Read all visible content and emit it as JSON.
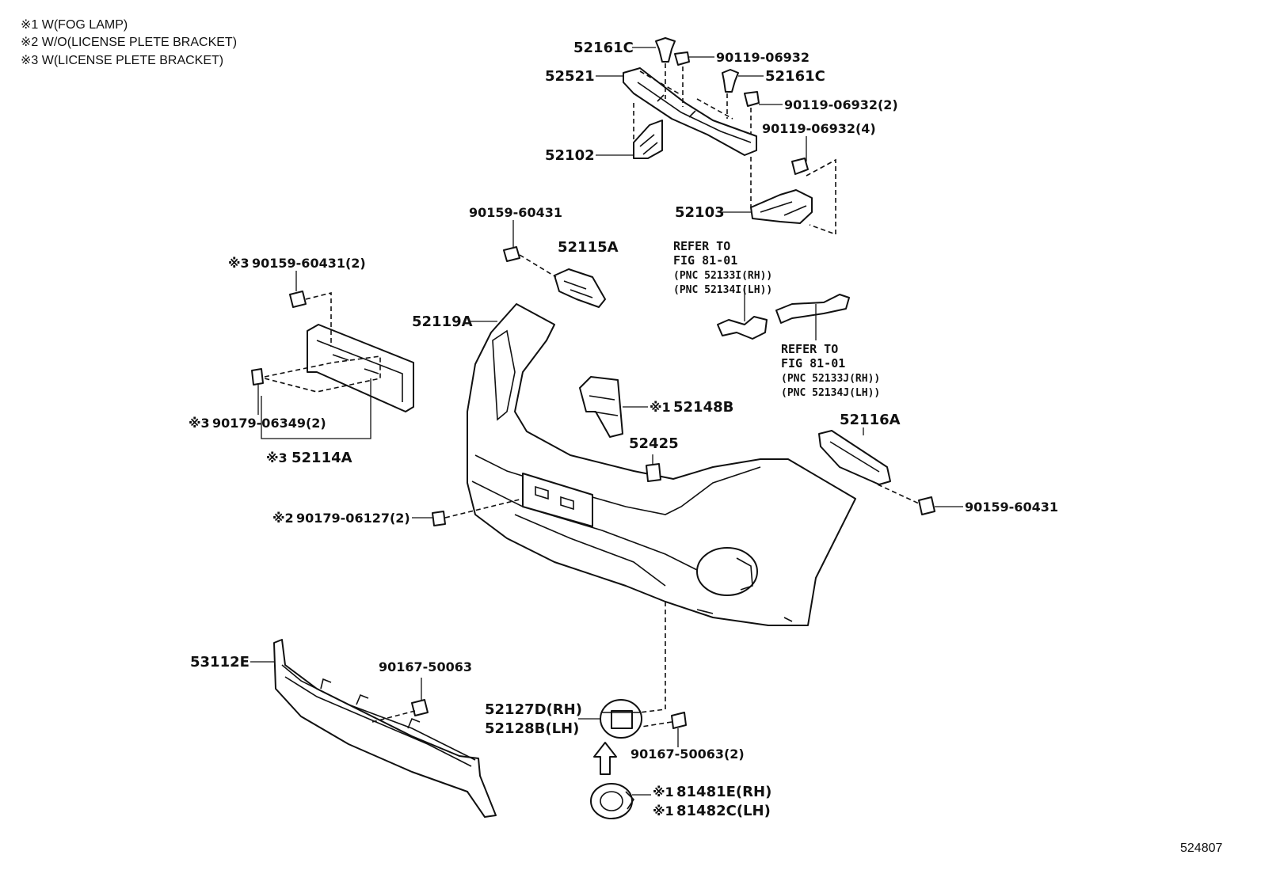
{
  "notes": [
    "※1 W(FOG LAMP)",
    "※2 W/O(LICENSE PLETE BRACKET)",
    "※3 W(LICENSE PLETE BRACKET)"
  ],
  "parts": {
    "p52161C_top": "52161C",
    "p90119_06932": "90119-06932",
    "p52521": "52521",
    "p52161C_right": "52161C",
    "p90119_06932_2": "90119-06932(2)",
    "p90119_06932_4": "90119-06932(4)",
    "p52102": "52102",
    "p52103": "52103",
    "p90159_60431_top": "90159-60431",
    "p52115A": "52115A",
    "p90159_60431_2": "90159-60431(2)",
    "p52119A": "52119A",
    "p90179_06349_2": "90179-06349(2)",
    "p52114A": "52114A",
    "p52148B": "52148B",
    "p52425": "52425",
    "p52116A": "52116A",
    "p90159_60431_right": "90159-60431",
    "p90179_06127_2": "90179-06127(2)",
    "p53112E": "53112E",
    "p90167_50063": "90167-50063",
    "p52127D": "52127D(RH)",
    "p52128B": "52128B(LH)",
    "p90167_50063_2": "90167-50063(2)",
    "p81481E": "81481E(RH)",
    "p81482C": "81482C(LH)"
  },
  "marks": {
    "m3_a": "※3",
    "m3_b": "※3",
    "m3_c": "※3",
    "m1_a": "※1",
    "m2_a": "※2",
    "m1_b": "※1",
    "m1_c": "※1"
  },
  "refers": {
    "r1_l1": "REFER TO",
    "r1_l2": "FIG 81-01",
    "r1_l3": "(PNC 52133I(RH))",
    "r1_l4": "(PNC 52134I(LH))",
    "r2_l1": "REFER TO",
    "r2_l2": "FIG 81-01",
    "r2_l3": "(PNC 52133J(RH))",
    "r2_l4": "(PNC 52134J(LH))"
  },
  "figure_id": "524807"
}
